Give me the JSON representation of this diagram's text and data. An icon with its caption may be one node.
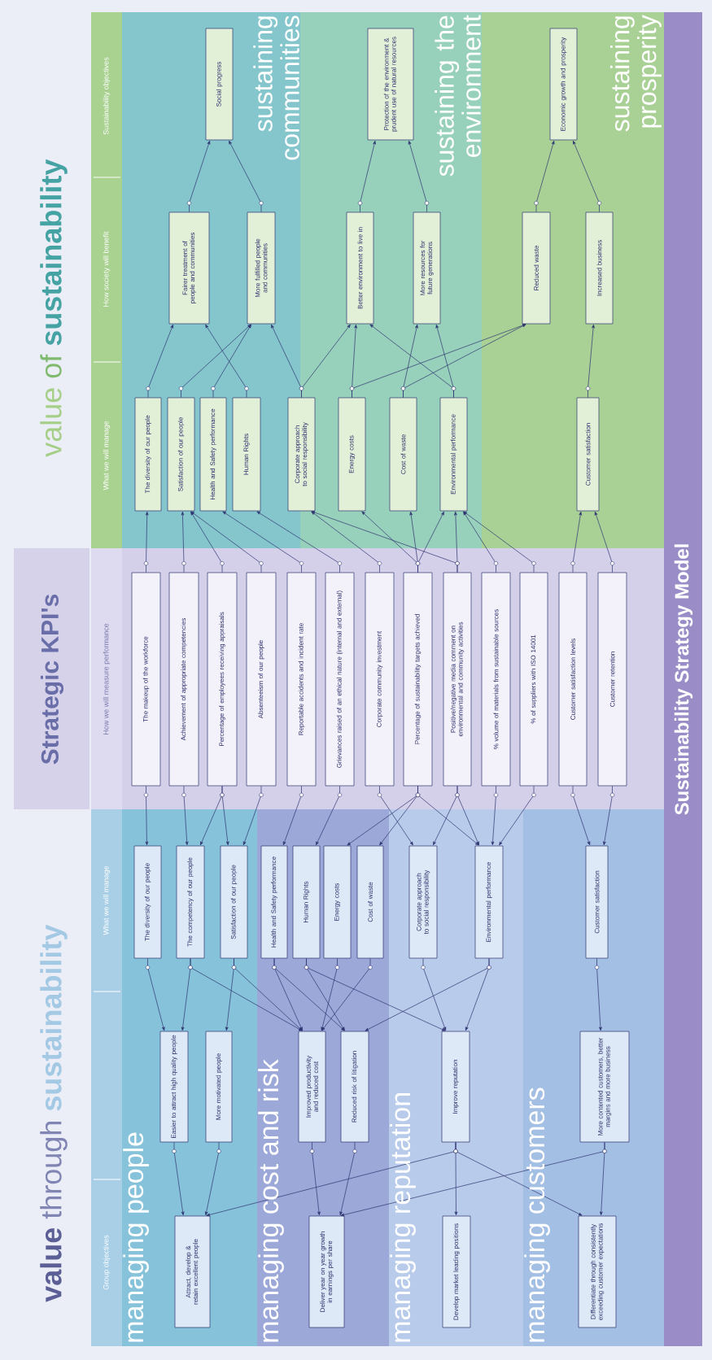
{
  "diagram": {
    "title": "Sustainability Strategy Model",
    "nodes": [
      {
        "text": [
          "Social progress"
        ]
      },
      {
        "text": [
          "Protection of the environment & prudent use of natural resources"
        ]
      },
      {
        "text": [
          "Economic growth and prosperity"
        ]
      },
      {
        "text": [
          "Fairer treatment of people and communities"
        ]
      },
      {
        "text": [
          "More fulfilled people and communities"
        ]
      },
      {
        "text": [
          "Better environment to live in"
        ]
      },
      {
        "text": [
          "More resources for future generations"
        ]
      },
      {
        "text": [
          "Reduced waste"
        ]
      },
      {
        "text": [
          "Increased business"
        ]
      },
      {
        "text": [
          "The diversity of our people"
        ]
      },
      {
        "text": [
          "Satisfaction of our people"
        ]
      },
      {
        "text": [
          "Health and Safety performance"
        ]
      },
      {
        "text": [
          "Human Rights"
        ]
      },
      {
        "text": [
          "Corporate approach to social responsibility"
        ]
      },
      {
        "text": [
          "Energy costs"
        ]
      },
      {
        "text": [
          "Cost of waste"
        ]
      },
      {
        "text": [
          "Environmental performance"
        ]
      },
      {
        "text": [
          "Customer satisfaction"
        ]
      },
      {
        "text": [
          "The makeup of the workforce"
        ]
      },
      {
        "text": [
          "Achievement of appropriate competencies"
        ]
      },
      {
        "text": [
          "Percentage of employees receiving appraisals"
        ]
      },
      {
        "text": [
          "Absenteeism of our people"
        ]
      },
      {
        "text": [
          "Reportable accidents and incident rate"
        ]
      },
      {
        "text": [
          "Grievances raised of an ethical nature (internal and external)"
        ]
      },
      {
        "text": [
          "Corporate community investment"
        ]
      },
      {
        "text": [
          "Percentage of sustainability targets achieved"
        ]
      },
      {
        "text": [
          "Positive/negative media comment on environmental and community activities"
        ]
      },
      {
        "text": [
          "% volume of materials from sustainable sources"
        ]
      },
      {
        "text": [
          "% of suppliers with ISO 14001"
        ]
      },
      {
        "text": [
          "Customer satisfaction levels"
        ]
      },
      {
        "text": [
          "Customer retention"
        ]
      },
      {
        "text": [
          "The diversity of our people"
        ]
      },
      {
        "text": [
          "The competency of our people"
        ]
      },
      {
        "text": [
          "Satisfaction of our people"
        ]
      },
      {
        "text": [
          "Health and Safety performance"
        ]
      },
      {
        "text": [
          "Human Rights"
        ]
      },
      {
        "text": [
          "Energy costs"
        ]
      },
      {
        "text": [
          "Cost of waste"
        ]
      },
      {
        "text": [
          "Corporate approach to social responsibility"
        ]
      },
      {
        "text": [
          "Environmental performance"
        ]
      },
      {
        "text": [
          "Customer satisfaction"
        ]
      },
      {
        "text": [
          "Easier to attract high quality people"
        ]
      },
      {
        "text": [
          "More motivated people"
        ]
      },
      {
        "text": [
          "Improved productivity and reduced cost"
        ]
      },
      {
        "text": [
          "Reduced risk of litigation"
        ]
      },
      {
        "text": [
          "Improve reputation"
        ]
      },
      {
        "text": [
          "More contented customers, better margins and more business"
        ]
      },
      {
        "text": [
          "Attract, develop & retain excellent people"
        ]
      },
      {
        "text": [
          "Deliver year on year growth in earnings per share"
        ]
      },
      {
        "text": [
          "Develop market leading positions"
        ]
      },
      {
        "text": [
          "Differentiate through consistently exceeding customer expectations"
        ]
      }
    ],
    "edges": [
      {
        "from": 3,
        "to": 0,
        "arrow": "to"
      },
      {
        "from": 4,
        "to": 0,
        "arrow": "to"
      },
      {
        "from": 5,
        "to": 1,
        "arrow": "to"
      },
      {
        "from": 6,
        "to": 1,
        "arrow": "to"
      },
      {
        "from": 7,
        "to": 2,
        "arrow": "to"
      },
      {
        "from": 8,
        "to": 2,
        "arrow": "to"
      },
      {
        "from": 9,
        "to": 3,
        "arrow": "to"
      },
      {
        "from": 10,
        "to": 4,
        "arrow": "to"
      },
      {
        "from": 11,
        "to": 4,
        "arrow": "to"
      },
      {
        "from": 12,
        "to": 3,
        "arrow": "to"
      },
      {
        "from": 13,
        "to": 4,
        "arrow": "to"
      },
      {
        "from": 13,
        "to": 5,
        "arrow": "to"
      },
      {
        "from": 14,
        "to": 5,
        "arrow": "to"
      },
      {
        "from": 14,
        "to": 7,
        "arrow": "to"
      },
      {
        "from": 15,
        "to": 6,
        "arrow": "to"
      },
      {
        "from": 15,
        "to": 7,
        "arrow": "to"
      },
      {
        "from": 16,
        "to": 5,
        "arrow": "to"
      },
      {
        "from": 16,
        "to": 6,
        "arrow": "to"
      },
      {
        "from": 17,
        "to": 8,
        "arrow": "to"
      },
      {
        "from": 18,
        "to": 9,
        "arrow": "to"
      },
      {
        "from": 19,
        "to": 10,
        "arrow": "to"
      },
      {
        "from": 20,
        "to": 10,
        "arrow": "to"
      },
      {
        "from": 21,
        "to": 10,
        "arrow": "to"
      },
      {
        "from": 22,
        "to": 11,
        "arrow": "to"
      },
      {
        "from": 23,
        "to": 12,
        "arrow": "to"
      },
      {
        "from": 24,
        "to": 13,
        "arrow": "to"
      },
      {
        "from": 26,
        "to": 13,
        "arrow": "to"
      },
      {
        "from": 25,
        "to": 14,
        "arrow": "to"
      },
      {
        "from": 25,
        "to": 15,
        "arrow": "to"
      },
      {
        "from": 25,
        "to": 16,
        "arrow": "to"
      },
      {
        "from": 26,
        "to": 16,
        "arrow": "to"
      },
      {
        "from": 27,
        "to": 16,
        "arrow": "to"
      },
      {
        "from": 28,
        "to": 16,
        "arrow": "to"
      },
      {
        "from": 29,
        "to": 17,
        "arrow": "to"
      },
      {
        "from": 30,
        "to": 17,
        "arrow": "to"
      },
      {
        "from": 18,
        "to": 31,
        "arrow": "to"
      },
      {
        "from": 19,
        "to": 32,
        "arrow": "to"
      },
      {
        "from": 20,
        "to": 32,
        "arrow": "to"
      },
      {
        "from": 20,
        "to": 33,
        "arrow": "to"
      },
      {
        "from": 21,
        "to": 33,
        "arrow": "to"
      },
      {
        "from": 22,
        "to": 34,
        "arrow": "to"
      },
      {
        "from": 23,
        "to": 35,
        "arrow": "to"
      },
      {
        "from": 25,
        "to": 36,
        "arrow": "to"
      },
      {
        "from": 25,
        "to": 37,
        "arrow": "to"
      },
      {
        "from": 24,
        "to": 38,
        "arrow": "to"
      },
      {
        "from": 26,
        "to": 38,
        "arrow": "to"
      },
      {
        "from": 25,
        "to": 39,
        "arrow": "to"
      },
      {
        "from": 26,
        "to": 39,
        "arrow": "to"
      },
      {
        "from": 27,
        "to": 39,
        "arrow": "to"
      },
      {
        "from": 28,
        "to": 39,
        "arrow": "to"
      },
      {
        "from": 29,
        "to": 40,
        "arrow": "to"
      },
      {
        "from": 30,
        "to": 40,
        "arrow": "to"
      },
      {
        "from": 31,
        "to": 41,
        "arrow": "to"
      },
      {
        "from": 32,
        "to": 41,
        "arrow": "to"
      },
      {
        "from": 32,
        "to": 43,
        "arrow": "to"
      },
      {
        "from": 33,
        "to": 42,
        "arrow": "to"
      },
      {
        "from": 33,
        "to": 43,
        "arrow": "to"
      },
      {
        "from": 34,
        "to": 43,
        "arrow": "to"
      },
      {
        "from": 34,
        "to": 44,
        "arrow": "to"
      },
      {
        "from": 35,
        "to": 44,
        "arrow": "to"
      },
      {
        "from": 35,
        "to": 45,
        "arrow": "to"
      },
      {
        "from": 36,
        "to": 43,
        "arrow": "to"
      },
      {
        "from": 37,
        "to": 43,
        "arrow": "to"
      },
      {
        "from": 38,
        "to": 45,
        "arrow": "to"
      },
      {
        "from": 39,
        "to": 45,
        "arrow": "to"
      },
      {
        "from": 39,
        "to": 44,
        "arrow": "to"
      },
      {
        "from": 40,
        "to": 46,
        "arrow": "to"
      },
      {
        "from": 41,
        "to": 47,
        "arrow": "to"
      },
      {
        "from": 42,
        "to": 47,
        "arrow": "to"
      },
      {
        "from": 43,
        "to": 48,
        "arrow": "to"
      },
      {
        "from": 44,
        "to": 48,
        "arrow": "to"
      },
      {
        "from": 45,
        "to": 49,
        "arrow": "to"
      },
      {
        "from": 45,
        "to": 47,
        "arrow": "to"
      },
      {
        "from": 45,
        "to": 50,
        "arrow": "to"
      },
      {
        "from": 46,
        "to": 50,
        "arrow": "to"
      },
      {
        "from": 46,
        "to": 48,
        "arrow": "to"
      }
    ],
    "labels": [
      "value",
      "through",
      "sustainability",
      "Strategic KPI's",
      "value",
      "of",
      "sustainability",
      "Group objectives",
      "What we will manage",
      "How we will measure performance",
      "What we will manage",
      "How society will benefit",
      "Sustainability objectives",
      "managing people",
      "managing cost and risk",
      "managing reputation",
      "managing customers",
      "sustaining communities",
      "sustaining the environment",
      "sustaining prosperity"
    ]
  }
}
